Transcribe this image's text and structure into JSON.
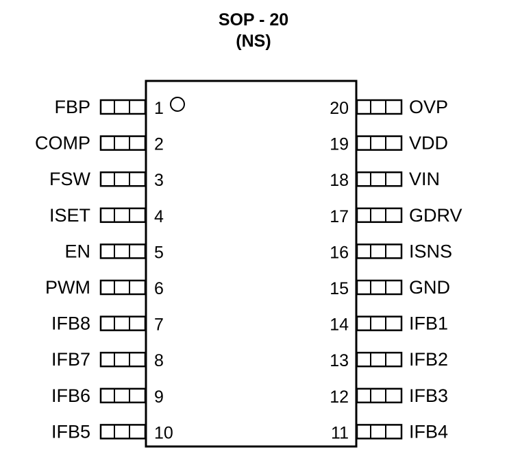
{
  "title": {
    "package": "SOP - 20",
    "variant": "(NS)"
  },
  "pins": {
    "left": [
      {
        "num": "1",
        "name": "FBP"
      },
      {
        "num": "2",
        "name": "COMP"
      },
      {
        "num": "3",
        "name": "FSW"
      },
      {
        "num": "4",
        "name": "ISET"
      },
      {
        "num": "5",
        "name": "EN"
      },
      {
        "num": "6",
        "name": "PWM"
      },
      {
        "num": "7",
        "name": "IFB8"
      },
      {
        "num": "8",
        "name": "IFB7"
      },
      {
        "num": "9",
        "name": "IFB6"
      },
      {
        "num": "10",
        "name": "IFB5"
      }
    ],
    "right": [
      {
        "num": "20",
        "name": "OVP"
      },
      {
        "num": "19",
        "name": "VDD"
      },
      {
        "num": "18",
        "name": "VIN"
      },
      {
        "num": "17",
        "name": "GDRV"
      },
      {
        "num": "16",
        "name": "ISNS"
      },
      {
        "num": "15",
        "name": "GND"
      },
      {
        "num": "14",
        "name": "IFB1"
      },
      {
        "num": "13",
        "name": "IFB2"
      },
      {
        "num": "12",
        "name": "IFB3"
      },
      {
        "num": "11",
        "name": "IFB4"
      }
    ]
  }
}
